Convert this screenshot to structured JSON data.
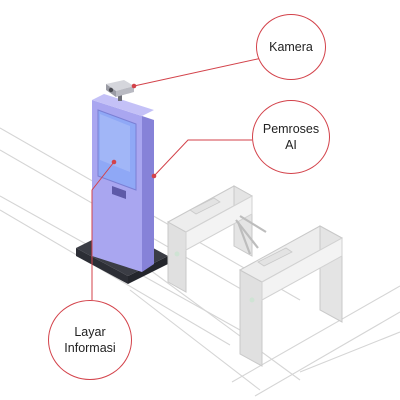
{
  "labels": {
    "kamera": [
      "Kamera"
    ],
    "pemroses_ai": [
      "Pemroses",
      "AI"
    ],
    "layar_informasi": [
      "Layar",
      "Informasi"
    ]
  },
  "colors": {
    "accent": "#d3424a",
    "kiosk": "#a9a6f0",
    "kiosk_dark": "#8682d8",
    "screen": "#8fa8f6",
    "base": "#3b3d45",
    "gate": "#e7e7e7",
    "gate_edge": "#c9c9c9",
    "line": "#d5d5d5"
  },
  "icons": [
    "camera-icon"
  ]
}
